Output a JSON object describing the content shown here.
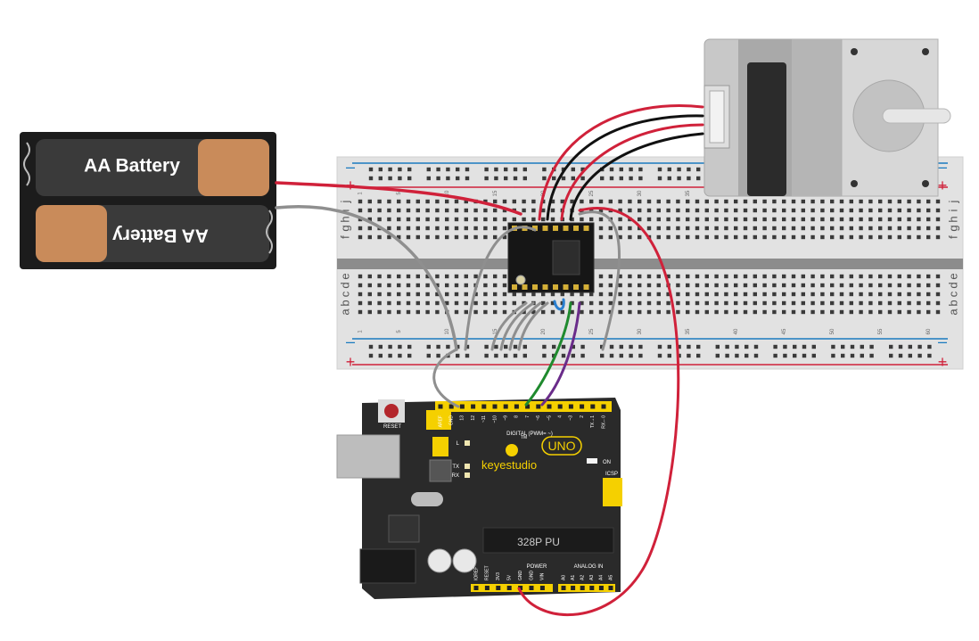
{
  "battery_pack": {
    "top_label": "AA Battery",
    "bottom_label": "AA Battery"
  },
  "breadboard": {
    "row_letters_top": [
      "j",
      "i",
      "h",
      "g",
      "f"
    ],
    "row_letters_bottom": [
      "e",
      "d",
      "c",
      "b",
      "a"
    ],
    "column_numbers": [
      "1",
      "5",
      "10",
      "15",
      "20",
      "25",
      "30",
      "35",
      "40",
      "45",
      "50",
      "55",
      "60"
    ],
    "rail_plus": "+",
    "rail_minus": "–"
  },
  "arduino": {
    "brand": "keyestudio",
    "model": "UNO",
    "reset_label": "RESET",
    "chip_label": "328P PU",
    "digital_label": "DIGITAL (PWM= ~)",
    "power_label": "POWER",
    "analog_label": "ANALOG IN",
    "icsp_label": "ICSP",
    "on_label": "ON",
    "led_labels": [
      "L",
      "TX",
      "RX"
    ],
    "tx_label": "TX",
    "rx_label": "RX",
    "tm_label": "TM",
    "digital_pins": [
      "AREF",
      "GND",
      "13",
      "12",
      "~11",
      "~10",
      "~9",
      "8",
      "7",
      "~6",
      "~5",
      "4",
      "~3",
      "2",
      "TX→1",
      "RX←0"
    ],
    "power_pins": [
      "IOREF",
      "RESET",
      "3V3",
      "5V",
      "GND",
      "GND",
      "VIN"
    ],
    "analog_pins": [
      "A0",
      "A1",
      "A2",
      "A3",
      "A4",
      "A5"
    ]
  },
  "colors": {
    "board": "#2a2a2a",
    "header": "#f5d000",
    "wire_red": "#d0213a",
    "wire_black": "#111111",
    "wire_gray": "#8f8f8f",
    "wire_green": "#1f8a2e",
    "wire_purple": "#6a2c8a",
    "wire_blue": "#2a7fd0",
    "rail_blue": "#1a7abf",
    "rail_red": "#d0213a"
  }
}
